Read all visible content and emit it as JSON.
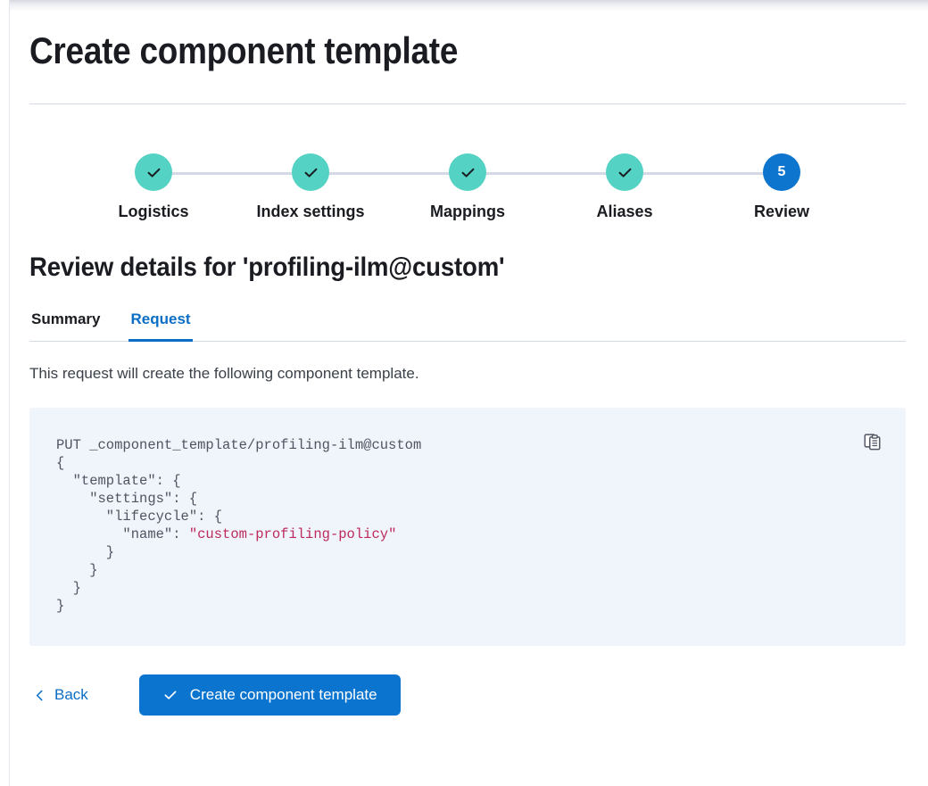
{
  "page": {
    "title": "Create component template",
    "subtitle": "Review details for 'profiling-ilm@custom'"
  },
  "stepper": {
    "steps": [
      {
        "label": "Logistics",
        "state": "complete",
        "marker": "check"
      },
      {
        "label": "Index settings",
        "state": "complete",
        "marker": "check"
      },
      {
        "label": "Mappings",
        "state": "complete",
        "marker": "check"
      },
      {
        "label": "Aliases",
        "state": "complete",
        "marker": "check"
      },
      {
        "label": "Review",
        "state": "current",
        "marker": "5"
      }
    ]
  },
  "tabs": [
    {
      "label": "Summary",
      "active": false
    },
    {
      "label": "Request",
      "active": true
    }
  ],
  "request_tab": {
    "description": "This request will create the following component template.",
    "copy_icon": "clipboard-copy-icon",
    "code": {
      "method_line": "PUT _component_template/profiling-ilm@custom",
      "lines": [
        "{",
        "  \"template\": {",
        "    \"settings\": {",
        "      \"lifecycle\": {",
        "        \"name\": ",
        "      }",
        "    }",
        "  }",
        "}"
      ],
      "string_value": "\"custom-profiling-policy\""
    }
  },
  "footer": {
    "back_label": "Back",
    "back_icon": "chevron-left-icon",
    "submit_label": "Create component template",
    "submit_icon": "check-icon"
  },
  "colors": {
    "accent_blue": "#0b74ce",
    "link_blue": "#0b6ec4",
    "step_complete": "#54d2c3",
    "step_line": "#d3dae6",
    "code_bg": "#f0f4fb",
    "code_string": "#bd2a5c"
  }
}
